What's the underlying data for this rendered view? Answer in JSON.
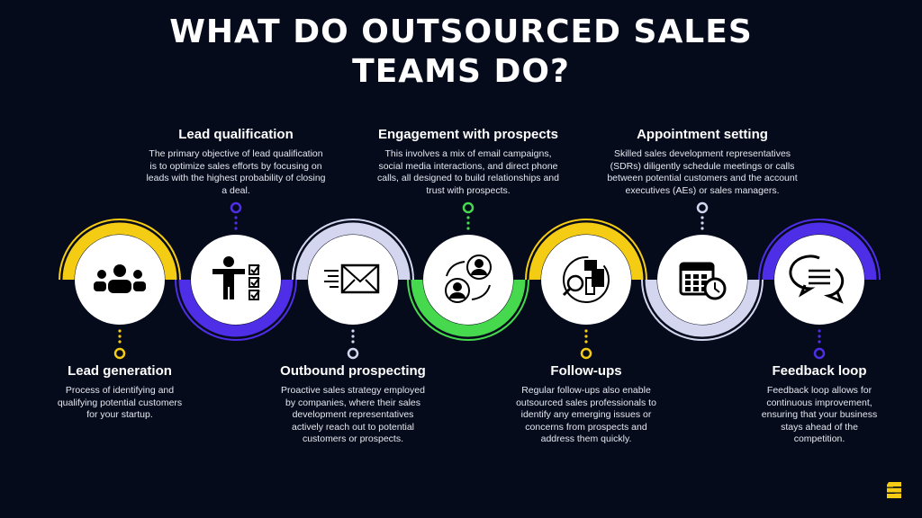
{
  "title_line1": "WHAT DO OUTSOURCED SALES",
  "title_line2": "TEAMS DO?",
  "colors": {
    "background": "#060b1c",
    "yellow": "#f5cc14",
    "purple": "#4f2ee8",
    "lavender": "#d4d6f0",
    "green": "#46d94e"
  },
  "steps": [
    {
      "title": "Lead generation",
      "description": "Process of identifying and qualifying potential customers for your startup.",
      "icon": "team-icon",
      "color": "#f5cc14",
      "arc": "top",
      "text": "bottom"
    },
    {
      "title": "Lead qualification",
      "description": "The primary objective of lead qualification is to optimize sales efforts by focusing on leads with the highest probability of closing a deal.",
      "icon": "person-checklist-icon",
      "color": "#4f2ee8",
      "arc": "bottom",
      "text": "top"
    },
    {
      "title": "Outbound prospecting",
      "description": "Proactive sales strategy employed by companies, where their sales development representatives actively reach out to potential customers or prospects.",
      "icon": "fast-mail-icon",
      "color": "#d4d6f0",
      "arc": "top",
      "text": "bottom"
    },
    {
      "title": "Engagement with prospects",
      "description": "This involves a mix of email campaigns, social media interactions, and direct phone calls, all designed to build relationships and trust with prospects.",
      "icon": "exchange-people-icon",
      "color": "#46d94e",
      "arc": "bottom",
      "text": "top"
    },
    {
      "title": "Follow-ups",
      "description": "Regular follow-ups also enable outsourced sales professionals to identify any emerging issues or concerns from prospects and address them quickly.",
      "icon": "search-documents-icon",
      "color": "#f5cc14",
      "arc": "top",
      "text": "bottom"
    },
    {
      "title": "Appointment setting",
      "description": "Skilled sales development representatives (SDRs) diligently schedule meetings or calls between potential customers and the account executives (AEs) or sales managers.",
      "icon": "calendar-clock-icon",
      "color": "#d4d6f0",
      "arc": "bottom",
      "text": "top"
    },
    {
      "title": "Feedback loop",
      "description": "Feedback loop allows for continuous improvement, ensuring that your business stays ahead of the competition.",
      "icon": "chat-bubbles-icon",
      "color": "#4f2ee8",
      "arc": "top",
      "text": "bottom"
    }
  ]
}
